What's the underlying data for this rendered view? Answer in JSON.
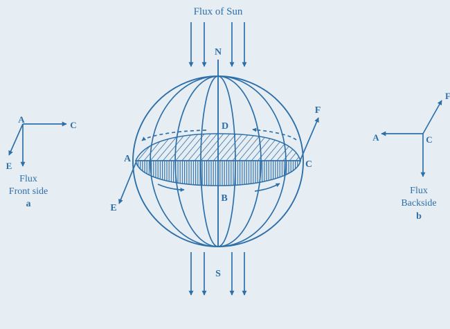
{
  "title": "Flux of Sun",
  "sphere_labels": {
    "north": "N",
    "south": "S",
    "a": "A",
    "b": "B",
    "c": "C",
    "d": "D",
    "e": "E",
    "f": "F"
  },
  "left_inset": {
    "a": "A",
    "c": "C",
    "e": "E",
    "caption_line1": "Flux",
    "caption_line2": "Front side",
    "tag": "a"
  },
  "right_inset": {
    "a": "A",
    "c": "C",
    "f": "F",
    "caption_line1": "Flux",
    "caption_line2": "Backside",
    "tag": "b"
  },
  "colors": {
    "background": "#e6eef4",
    "ink": "#2e6fa8"
  }
}
